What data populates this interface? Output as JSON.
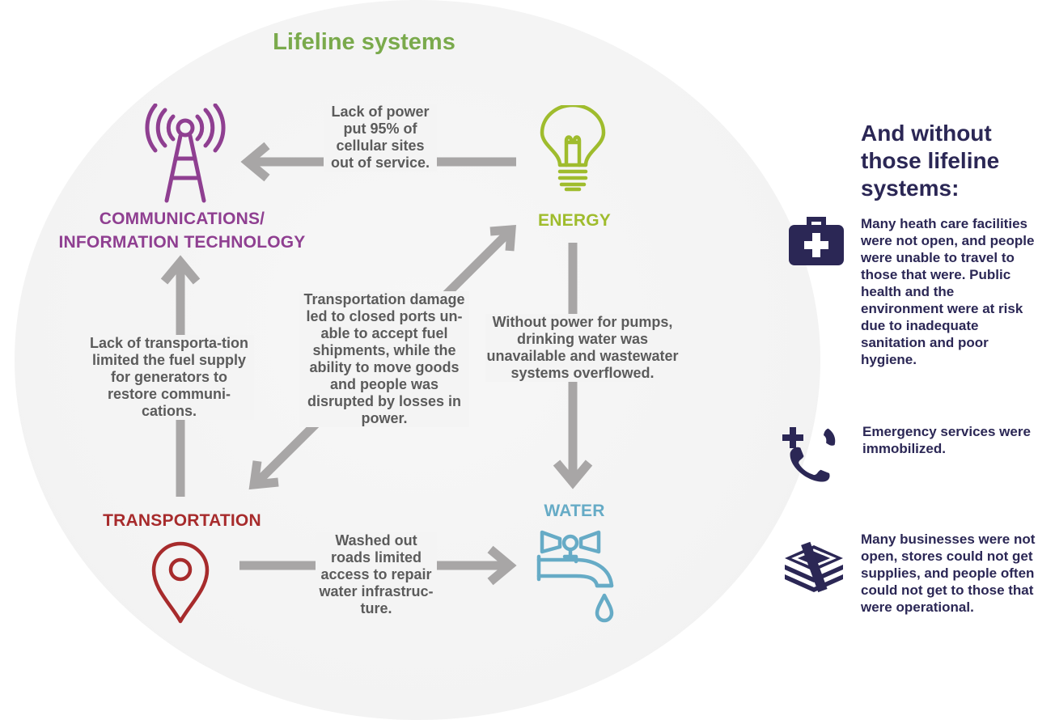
{
  "title": "Lifeline systems",
  "nodes": {
    "communications": "COMMUNICATIONS/ INFORMATION TECHNOLOGY",
    "energy": "ENERGY",
    "transportation": "TRANSPORTATION",
    "water": "WATER"
  },
  "links": {
    "energy_to_communications": "Lack of power put 95% of cellular sites out of service.",
    "transportation_to_communications": "Lack of transporta-tion limited the fuel supply for generators to restore communi-cations.",
    "transportation_energy": "Transportation damage led to closed ports un-able to accept fuel shipments, while the ability to move goods and people was disrupted by losses in power.",
    "energy_to_water": "Without power for pumps, drinking water was unavailable and wastewater systems overflowed.",
    "transportation_to_water": "Washed out roads limited access to repair water infrastruc-ture."
  },
  "sidebar": {
    "heading": "And without those lifeline systems:",
    "items": [
      {
        "icon": "medical-kit-icon",
        "text": "Many heath care facilities were not open, and people were unable to travel to those that were. Public health and the environment were at risk due to inadequate sanitation and poor hygiene."
      },
      {
        "icon": "emergency-phone-icon",
        "text": "Emergency services were immobilized."
      },
      {
        "icon": "money-stack-icon",
        "text": "Many businesses were not open, stores could not get supplies, and people often could not get to those that were operational."
      }
    ]
  },
  "colors": {
    "title": "#7aaa4c",
    "communications": "#8f3f91",
    "energy": "#9fbc2d",
    "transportation": "#a72b2c",
    "water": "#66abc6",
    "arrows": "#a8a6a6",
    "sidebar": "#2b2755"
  }
}
